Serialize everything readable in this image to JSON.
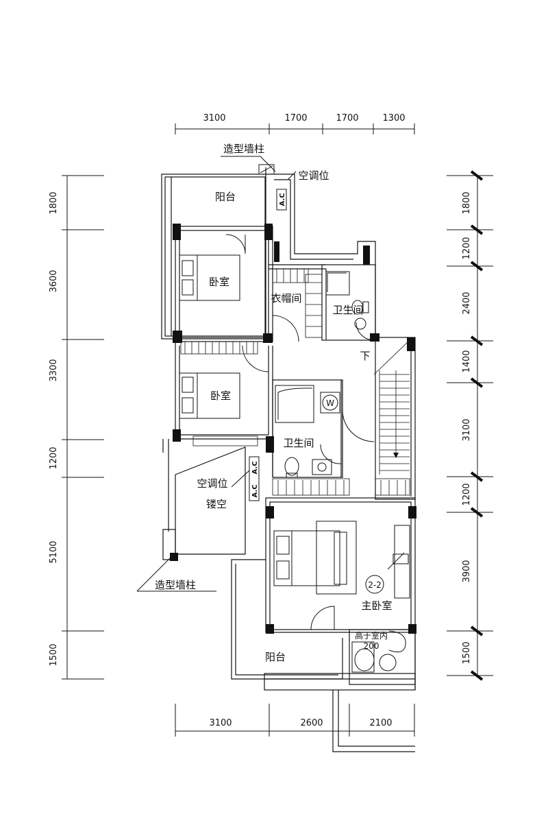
{
  "dimensions": {
    "top": [
      "3100",
      "1700",
      "1700",
      "1300"
    ],
    "bottom": [
      "3100",
      "2600",
      "2100"
    ],
    "left": [
      "1800",
      "3600",
      "3300",
      "1200",
      "5100",
      "1500"
    ],
    "right": [
      "1800",
      "1200",
      "2400",
      "1400",
      "3100",
      "1200",
      "3900",
      "1500"
    ]
  },
  "rooms": {
    "balcony_top": "阳台",
    "bedroom_1": "卧室",
    "cloakroom": "衣帽间",
    "bathroom_1": "卫生间",
    "bedroom_2": "卧室",
    "bathroom_2": "卫生间",
    "void": "镂空",
    "master_bedroom": "主卧室",
    "balcony_bottom": "阳台"
  },
  "annotations": {
    "wall_column_top": "造型墙柱",
    "wall_column_bottom": "造型墙柱",
    "ac_position_top": "空调位",
    "ac_position_mid": "空调位",
    "ac_tag": "A.C",
    "stairs_down": "下",
    "section_mark": "2-2",
    "raised_note": "高于室内",
    "raised_value": "200",
    "washer_tag": "W"
  }
}
